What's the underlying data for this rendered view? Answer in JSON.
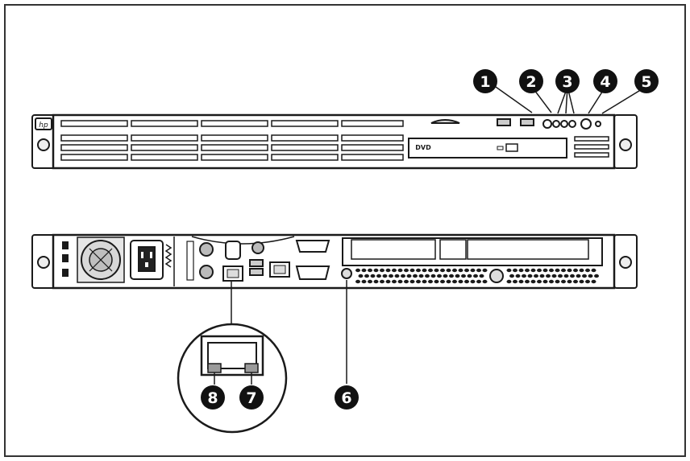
{
  "callouts": [
    {
      "id": "1",
      "label": "1"
    },
    {
      "id": "2",
      "label": "2"
    },
    {
      "id": "3",
      "label": "3"
    },
    {
      "id": "4",
      "label": "4"
    },
    {
      "id": "5",
      "label": "5"
    },
    {
      "id": "6",
      "label": "6"
    },
    {
      "id": "7",
      "label": "7"
    },
    {
      "id": "8",
      "label": "8"
    }
  ],
  "front_panel": {
    "logo": "hp-logo-icon",
    "optical_drive_badge": "DVD"
  },
  "colors": {
    "stroke": "#1a1a1a",
    "callout_fill": "#111111",
    "callout_text": "#ffffff",
    "led_fill": "#9a9a9a"
  }
}
